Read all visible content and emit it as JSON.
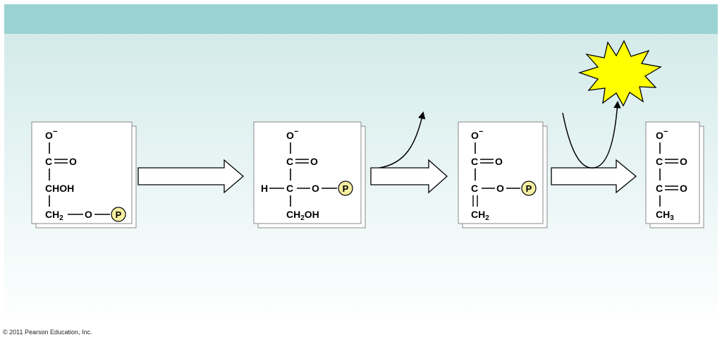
{
  "credit": "© 2011 Pearson Education, Inc.",
  "phosphate_label": "P",
  "molecules": [
    {
      "top": [
        "O",
        "C",
        "O"
      ],
      "lines": [
        "CHOH",
        "CH",
        "O"
      ]
    },
    {
      "top": [
        "O",
        "C",
        "O"
      ],
      "mid": [
        "H",
        "C",
        "O"
      ],
      "bottom": [
        "CH",
        "OH"
      ]
    },
    {
      "top": [
        "O",
        "C",
        "O"
      ],
      "mid": [
        "C",
        "O"
      ],
      "bottom": [
        "CH"
      ]
    },
    {
      "top": [
        "O",
        "C",
        "O"
      ],
      "mid": [
        "C",
        "O"
      ],
      "bottom": [
        "CH"
      ]
    }
  ],
  "subscripts": {
    "two": "2",
    "three": "3"
  },
  "charge": "−",
  "colors": {
    "banner": "#9ad3d1",
    "gradient_top": "#cfe9e8",
    "gradient_bottom": "#ffffff",
    "phosphate_fill": "#f6f0a2",
    "burst_fill": "#ffff00",
    "card_border": "#8a8a8a"
  },
  "icons": [
    "phosphate-icon",
    "energy-burst-icon",
    "reaction-arrow-icon",
    "curved-arrow-icon"
  ]
}
